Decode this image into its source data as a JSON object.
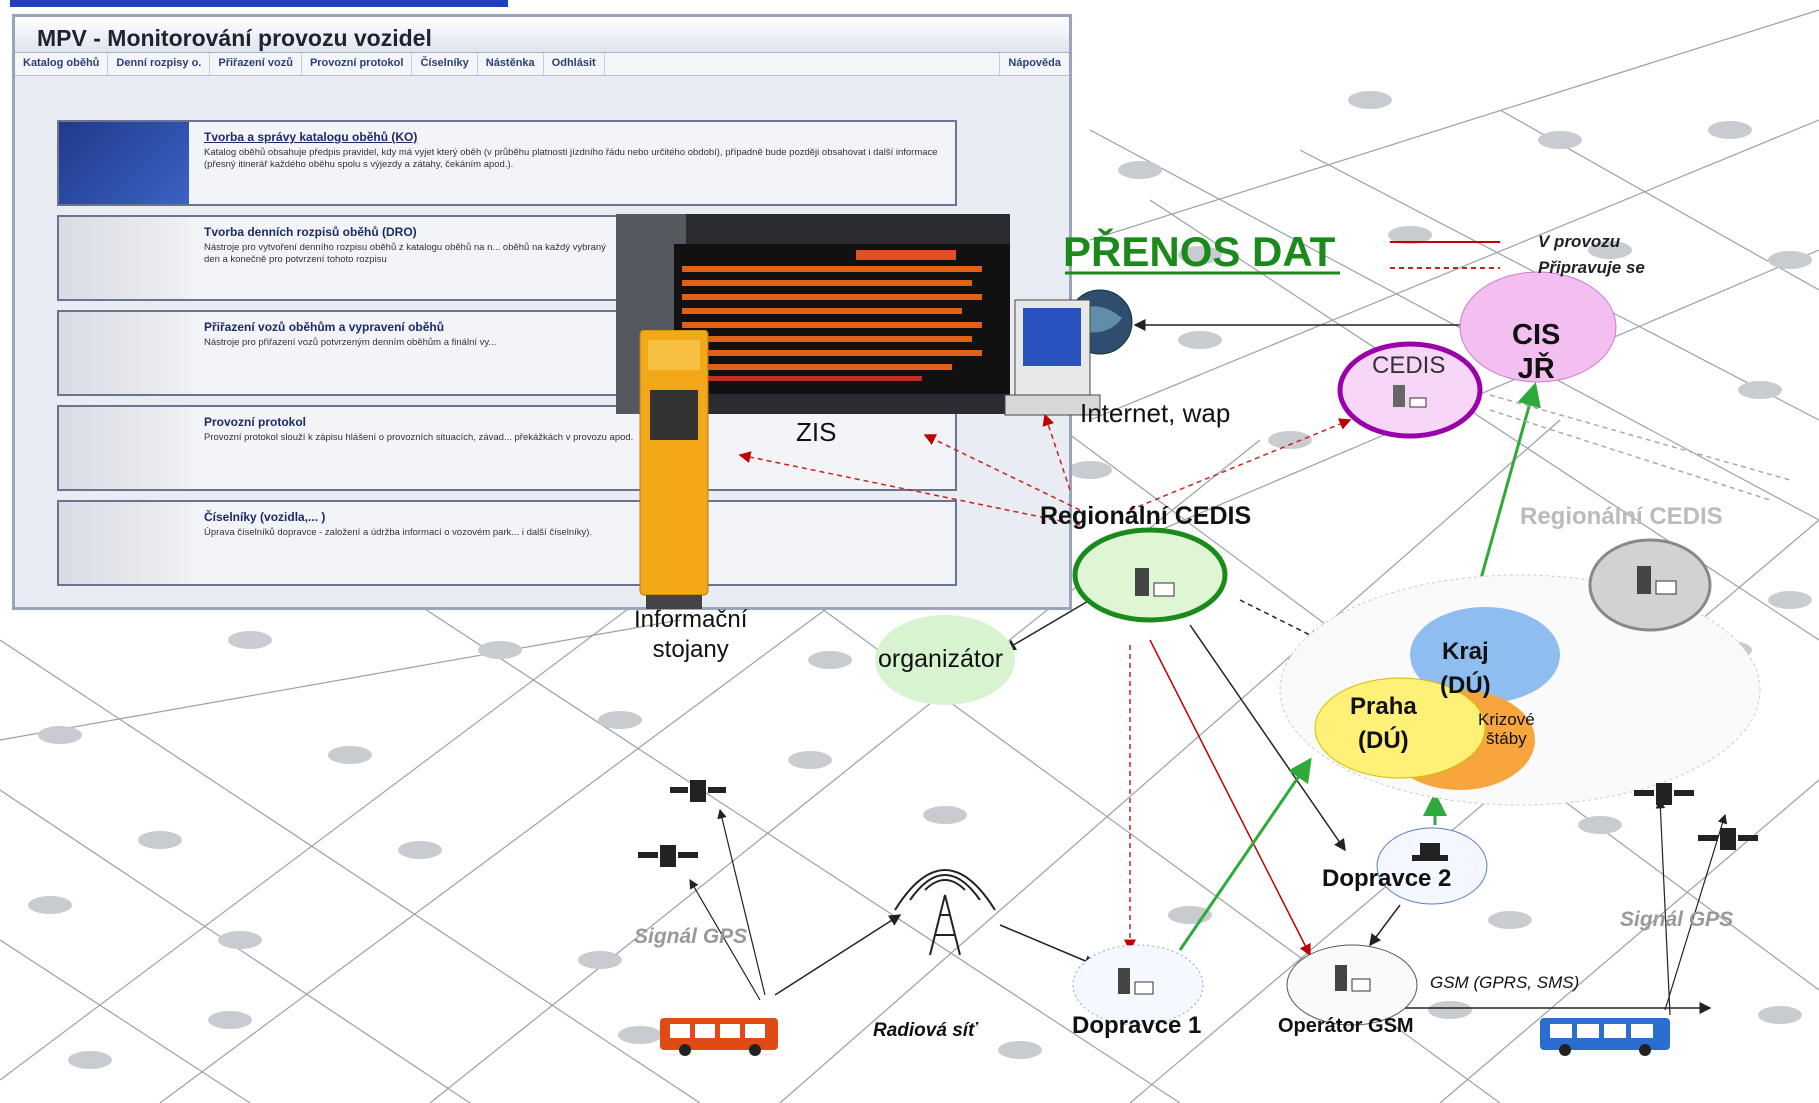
{
  "top_link": "",
  "mpv": {
    "title": "MPV - Monitorování provozu vozidel",
    "menu": [
      "Katalog oběhů",
      "Denní rozpisy o.",
      "Přiřazení vozů",
      "Provozní protokol",
      "Číselníky",
      "Nástěnka",
      "Odhlásit"
    ],
    "help": "Nápověda",
    "cards": [
      {
        "title": "Tvorba a správy katalogu oběhů (KO)",
        "desc": "Katalog oběhů obsahuje předpis pravidel, kdy má vyjet který oběh (v průběhu platnosti jízdního řádu nebo určitého období), případně bude později obsahovat i další informace (přesný itinerář každého oběhu spolu s výjezdy a zátahy, čekáním apod.)."
      },
      {
        "title": "Tvorba denních rozpisů oběhů (DRO)",
        "desc": "Nástroje pro vytvoření denního rozpisu oběhů z katalogu oběhů na n... oběhů na každý vybraný den a konečně pro potvrzení tohoto rozpisu"
      },
      {
        "title": "Přiřazení vozů oběhům a vypravení oběhů",
        "desc": "Nástroje pro přiřazení vozů potvrzeným denním oběhům a finální vy..."
      },
      {
        "title": "Provozní protokol",
        "desc": "Provozní protokol slouží k zápisu hlášení o provozních situacích, závad... překážkách v provozu apod."
      },
      {
        "title": "Číselníky (vozidla,... )",
        "desc": "Úprava číselníků dopravce - založení a údržba informací o vozovém park... i další číselníky)."
      }
    ]
  },
  "diagram": {
    "title": "PŘENOS DAT",
    "legend": {
      "active": "V provozu",
      "planned": "Připravuje se"
    },
    "labels": {
      "zis": "ZIS",
      "internet": "Internet, wap",
      "cedis": "CEDIS",
      "cis": "CIS\nJŘ",
      "regional_cedis": "Regionální CEDIS",
      "regional_cedis_grey": "Regionální CEDIS",
      "info_stands": "Informační\nstojany",
      "organizer": "organizátor",
      "kraj": "Kraj\n(DÚ)",
      "praha": "Praha\n(DÚ)",
      "krizove": "Krizové\nštáby",
      "dopravce2": "Dopravce 2",
      "dopravce1": "Dopravce 1",
      "operator": "Operátor GSM",
      "gsm": "GSM (GPRS, SMS)",
      "gps_left": "Signál GPS",
      "gps_right": "Signál GPS",
      "radio": "Radiová síť"
    },
    "colors": {
      "title": "#1a8a1a",
      "active_line": "#c00000",
      "planned_line": "#cc2222",
      "green_line": "#2eaa3a",
      "cedis_border": "#9900aa",
      "regional_border": "#1a8a1a"
    }
  }
}
